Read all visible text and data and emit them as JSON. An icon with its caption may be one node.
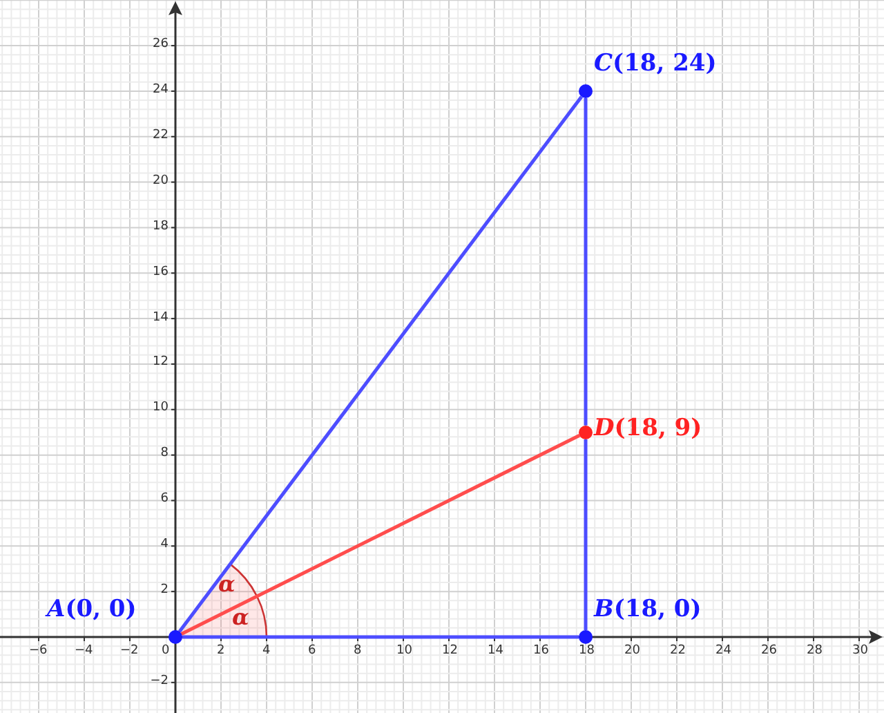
{
  "diagram": {
    "nodes": [
      {
        "text": [
          "*A*(0, 0)"
        ]
      },
      {
        "text": [
          "*B*(18, 0)"
        ]
      },
      {
        "text": [
          "*C*(18, 24)"
        ]
      },
      {
        "text": [
          "*D*(18, 9)"
        ]
      }
    ],
    "edges": [
      {
        "from": 0,
        "to": 1,
        "arrow": "none"
      },
      {
        "from": 1,
        "to": 3,
        "arrow": "none"
      },
      {
        "from": 3,
        "to": 2,
        "arrow": "none"
      },
      {
        "from": 0,
        "to": 2,
        "arrow": "none"
      },
      {
        "from": 0,
        "to": 3,
        "arrow": "none",
        "color": "#ff4d4d"
      }
    ],
    "labels": [
      "26",
      "24",
      "22",
      "20",
      "18",
      "16",
      "14",
      "12",
      "10",
      "8",
      "6",
      "4",
      "2",
      "α",
      "α",
      "−6",
      "−4",
      "−2",
      "0",
      "2",
      "4",
      "6",
      "8",
      "10",
      "12",
      "14",
      "16",
      "18",
      "20",
      "22",
      "24",
      "26",
      "28",
      "30",
      "−2"
    ]
  }
}
